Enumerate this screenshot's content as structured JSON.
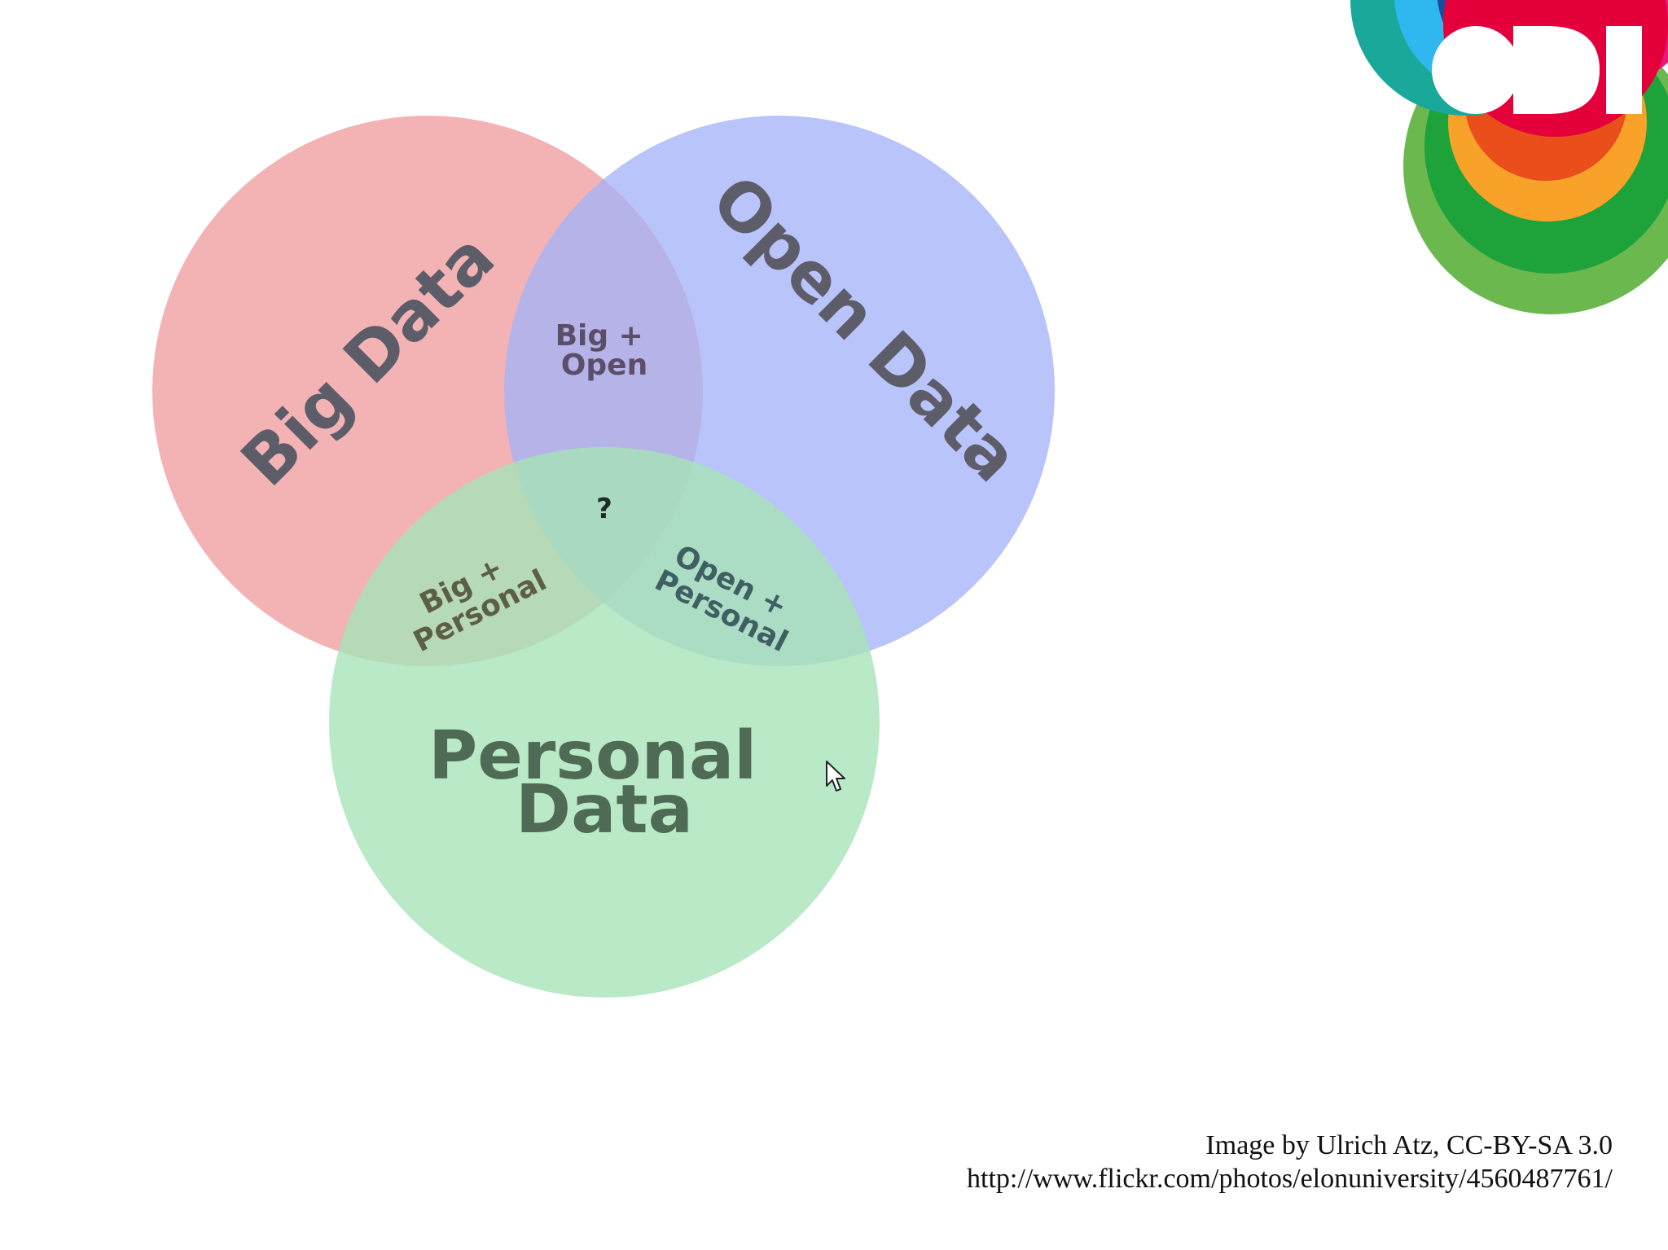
{
  "diagram": {
    "type": "venn",
    "sets": [
      {
        "name": "Big Data",
        "label_lines": [
          "Big Data"
        ],
        "color": "#ef9d9f"
      },
      {
        "name": "Open Data",
        "label_lines": [
          "Open Data"
        ],
        "color": "#a5b4f8"
      },
      {
        "name": "Personal Data",
        "label_lines": [
          "Personal",
          "Data"
        ],
        "color": "#a8e4b8"
      }
    ],
    "intersections": [
      {
        "sets": [
          "Big Data",
          "Open Data"
        ],
        "label_lines": [
          "Big +",
          "Open"
        ]
      },
      {
        "sets": [
          "Big Data",
          "Personal Data"
        ],
        "label_lines": [
          "Big +",
          "Personal"
        ]
      },
      {
        "sets": [
          "Open Data",
          "Personal Data"
        ],
        "label_lines": [
          "Open +",
          "Personal"
        ]
      },
      {
        "sets": [
          "Big Data",
          "Open Data",
          "Personal Data"
        ],
        "label_lines": [
          "?"
        ]
      }
    ]
  },
  "logo": {
    "text": "ODI",
    "ring_colors": [
      "#1aa89a",
      "#2fb7ef",
      "#1e4a9c",
      "#e4003b",
      "#e8177d",
      "#e94e1b",
      "#f8a22a",
      "#1ea23a",
      "#6bb84f"
    ],
    "letter_color": "#ffffff"
  },
  "credit": {
    "line1": "Image by Ulrich Atz, CC-BY-SA 3.0",
    "line2": "http://www.flickr.com/photos/elonuniversity/4560487761/"
  },
  "cursor": {
    "icon": "mouse-pointer-icon"
  }
}
